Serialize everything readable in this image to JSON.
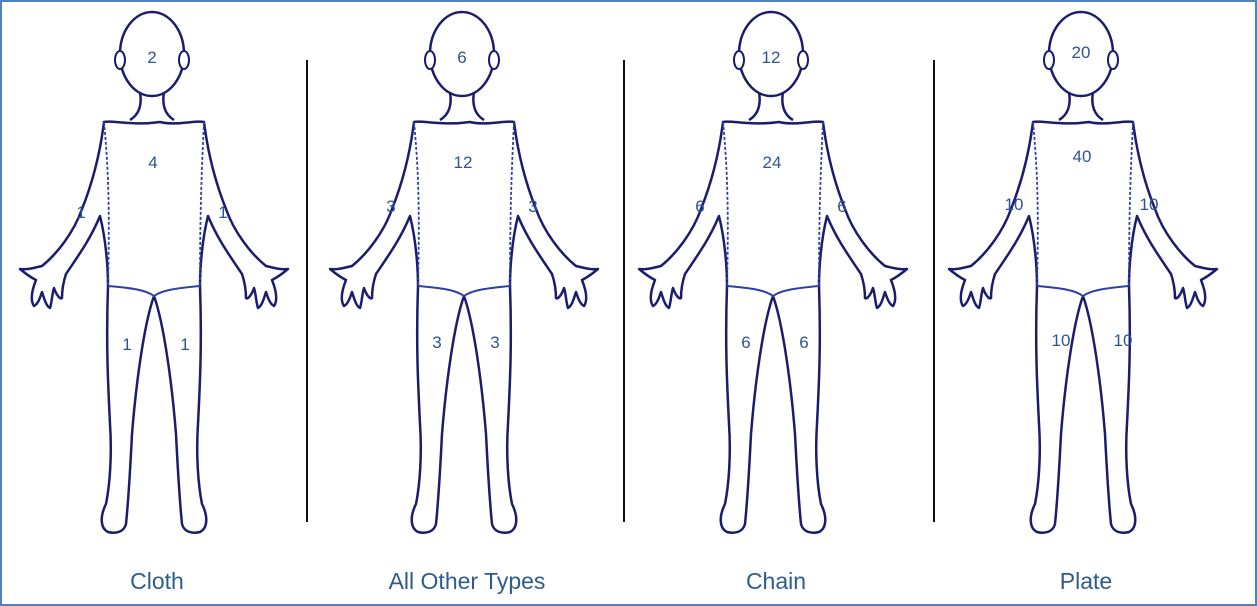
{
  "panels": [
    {
      "caption": "Cloth",
      "values": {
        "head": "2",
        "torso": "4",
        "left_arm": "1",
        "right_arm": "1",
        "left_leg": "1",
        "right_leg": "1"
      }
    },
    {
      "caption": "All Other Types",
      "values": {
        "head": "6",
        "torso": "12",
        "left_arm": "3",
        "right_arm": "3",
        "left_leg": "3",
        "right_leg": "3"
      }
    },
    {
      "caption": "Chain",
      "values": {
        "head": "12",
        "torso": "24",
        "left_arm": "6",
        "right_arm": "6",
        "left_leg": "6",
        "right_leg": "6"
      }
    },
    {
      "caption": "Plate",
      "values": {
        "head": "20",
        "torso": "40",
        "left_arm": "10",
        "right_arm": "10",
        "left_leg": "10",
        "right_leg": "10"
      }
    }
  ],
  "colors": {
    "frame": "#4f81bd",
    "outline": "#1c1c6e",
    "value_text": "#2e5396",
    "caption_text": "#2e5c8a"
  }
}
